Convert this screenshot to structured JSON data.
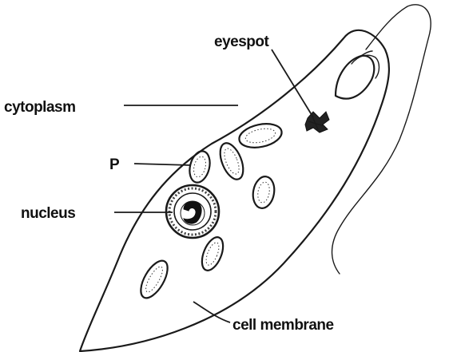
{
  "diagram": {
    "labels": {
      "eyespot": "eyespot",
      "cytoplasm": "cytoplasm",
      "p": "P",
      "nucleus": "nucleus",
      "cell_membrane": "cell membrane"
    }
  }
}
